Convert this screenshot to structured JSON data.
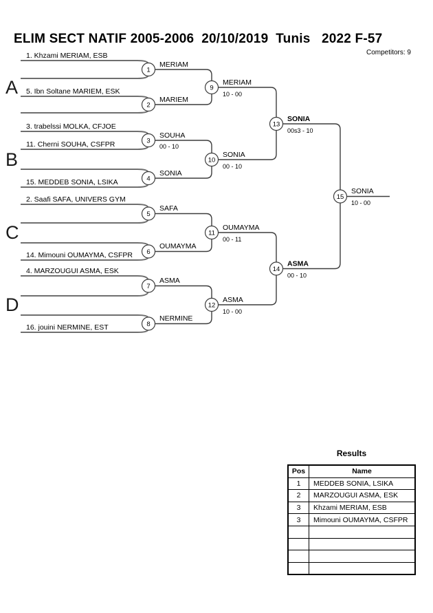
{
  "page": {
    "title": "ELIM SECT NATIF 2005-2006  20/10/2019  Tunis   2022 F-57",
    "competitors": "Competitors: 9"
  },
  "bracket": {
    "groups": [
      {
        "label": "A"
      },
      {
        "label": "B"
      },
      {
        "label": "C"
      },
      {
        "label": "D"
      }
    ],
    "seeds": [
      {
        "label": "1. Khzami MERIAM, ESB"
      },
      {
        "label": "5. Ibn Soltane MARIEM, ESK"
      },
      {
        "label": "3. trabelssi MOLKA, CFJOE"
      },
      {
        "label": "11. Cherni SOUHA, CSFPR"
      },
      {
        "label": "15. MEDDEB SONIA, LSIKA"
      },
      {
        "label": "2. Saafi SAFA, UNIVERS GYM"
      },
      {
        "label": "14. Mimouni OUMAYMA, CSFPR"
      },
      {
        "label": "4. MARZOUGUI ASMA, ESK"
      },
      {
        "label": "16. jouini NERMINE, EST"
      }
    ],
    "matches": [
      {
        "n": "1",
        "winner": "MERIAM",
        "score": ""
      },
      {
        "n": "2",
        "winner": "MARIEM",
        "score": ""
      },
      {
        "n": "3",
        "winner": "SOUHA",
        "score": "00 - 10"
      },
      {
        "n": "4",
        "winner": "SONIA",
        "score": ""
      },
      {
        "n": "5",
        "winner": "SAFA",
        "score": ""
      },
      {
        "n": "6",
        "winner": "OUMAYMA",
        "score": ""
      },
      {
        "n": "7",
        "winner": "ASMA",
        "score": ""
      },
      {
        "n": "8",
        "winner": "NERMINE",
        "score": ""
      },
      {
        "n": "9",
        "winner": "MERIAM",
        "score": "10 - 00"
      },
      {
        "n": "10",
        "winner": "SONIA",
        "score": "00 - 10"
      },
      {
        "n": "11",
        "winner": "OUMAYMA",
        "score": "00 - 11"
      },
      {
        "n": "12",
        "winner": "ASMA",
        "score": "10 - 00"
      },
      {
        "n": "13",
        "winner": "SONIA",
        "score": "00s3 - 10"
      },
      {
        "n": "14",
        "winner": "ASMA",
        "score": "00 - 10"
      },
      {
        "n": "15",
        "winner": "SONIA",
        "score": "10 - 00"
      }
    ]
  },
  "results": {
    "title": "Results",
    "columns": [
      "Pos",
      "Name"
    ],
    "rows": [
      {
        "pos": "1",
        "name": "MEDDEB SONIA, LSIKA"
      },
      {
        "pos": "2",
        "name": "MARZOUGUI ASMA, ESK"
      },
      {
        "pos": "3",
        "name": "Khzami MERIAM, ESB"
      },
      {
        "pos": "3",
        "name": "Mimouni OUMAYMA, CSFPR"
      }
    ]
  }
}
